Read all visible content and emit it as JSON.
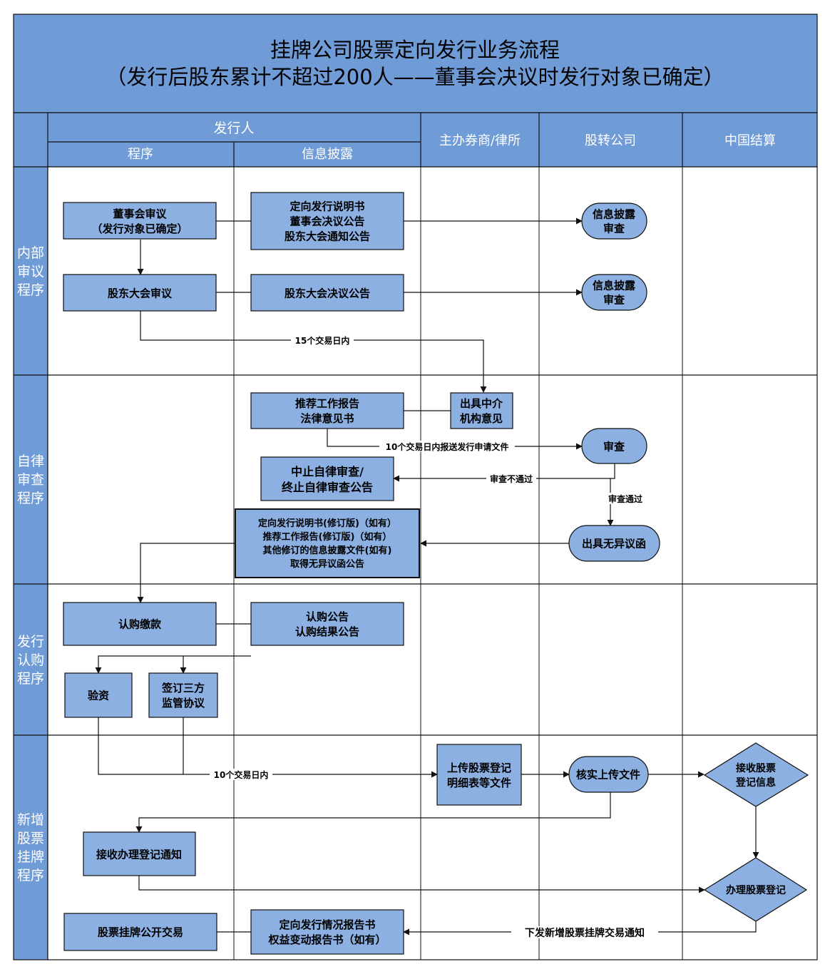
{
  "title": {
    "line1": "挂牌公司股票定向发行业务流程",
    "line2": "（发行后股东累计不超过200人——董事会决议时发行对象已确定）"
  },
  "colors": {
    "header_bg": "#6f9bd7",
    "box_fill": "#8cb0e2",
    "border": "#111111",
    "white_text": "#ffffff",
    "text": "#000000"
  },
  "headers": {
    "issuer": "发行人",
    "procedure": "程序",
    "disclosure": "信息披露",
    "broker": "主办券商/律所",
    "neeq": "股转公司",
    "csdc": "中国结算"
  },
  "phases": {
    "internal": "内部审议程序",
    "selfreg": "自律审查程序",
    "subscription": "发行认购程序",
    "listing": "新增股票挂牌程序"
  },
  "nodes": {
    "board_review": [
      "董事会审议",
      "（发行对象已确定）"
    ],
    "board_disclosure": [
      "定向发行说明书",
      "董事会决议公告",
      "股东大会通知公告"
    ],
    "disclosure_review_1": [
      "信息披露",
      "审查"
    ],
    "shareholder_review": [
      "股东大会审议"
    ],
    "shareholder_announcement": [
      "股东大会决议公告"
    ],
    "disclosure_review_2": [
      "信息披露",
      "审查"
    ],
    "recommendation_report": [
      "推荐工作报告",
      "法律意见书"
    ],
    "intermediary_opinion": [
      "出具中介",
      "机构意见"
    ],
    "review": [
      "审查"
    ],
    "suspend_review": [
      "中止自律审查/",
      "终止自律审查公告"
    ],
    "revised_docs": [
      "定向发行说明书(修订版)（如有）",
      "推荐工作报告(修订版)（如有）",
      "其他修订的信息披露文件(如有)",
      "取得无异议函公告"
    ],
    "no_objection": [
      "出具无异议函"
    ],
    "subscription_payment": [
      "认购缴款"
    ],
    "subscription_announcement": [
      "认购公告",
      "认购结果公告"
    ],
    "capital_verification": [
      "验资"
    ],
    "tripartite": [
      "签订三方",
      "监管协议"
    ],
    "upload_register": [
      "上传股票登记",
      "明细表等文件"
    ],
    "verify_upload": [
      "核实上传文件"
    ],
    "receive_info": [
      "接收股票",
      "登记信息"
    ],
    "receive_notice": [
      "接收办理登记通知"
    ],
    "process_registration": [
      "办理股票登记"
    ],
    "listing_trading": [
      "股票挂牌公开交易"
    ],
    "issuance_report": [
      "定向发行情况报告书",
      "权益变动报告书（如有）"
    ]
  },
  "labels": {
    "within_15_days": "15个交易日内",
    "within_10_days_submit": "10个交易日内报送发行申请文件",
    "review_failed": "审查不通过",
    "review_passed": "审查通过",
    "within_10_days": "10个交易日内",
    "new_listing_notice": "下发新增股票挂牌交易通知"
  }
}
